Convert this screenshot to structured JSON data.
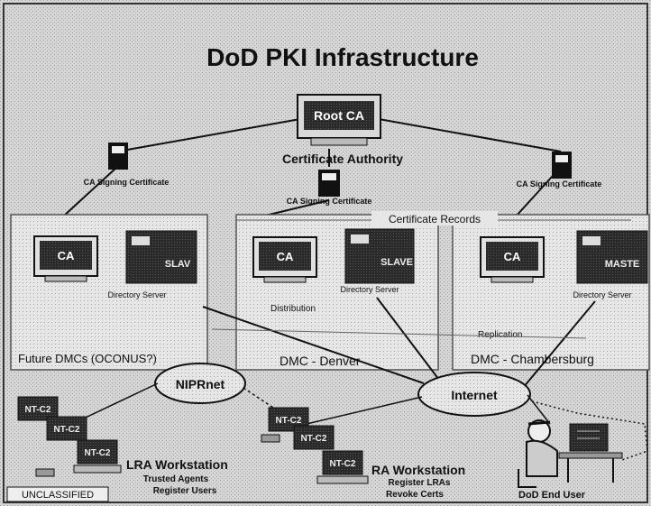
{
  "title": "DoD PKI Infrastructure",
  "root_ca": {
    "label": "Root CA",
    "caption": "Certificate Authority"
  },
  "signing_certs": {
    "left": "CA Signing Certificate",
    "center": "CA Signing Certificate",
    "right": "CA Signing Certificate"
  },
  "certificate_records": "Certificate Records",
  "dmc_boxes": {
    "left": {
      "name": "Future DMCs (OCONUS?)",
      "ca_label": "CA",
      "server_label": "SLAV",
      "server_caption": "Directory Server"
    },
    "center": {
      "name": "DMC - Denver",
      "ca_label": "CA",
      "server_label": "SLAVE",
      "server_caption": "Directory Server"
    },
    "right": {
      "name": "DMC - Chambersburg",
      "ca_label": "CA",
      "server_label": "MASTE",
      "server_caption": "Directory Server"
    }
  },
  "links": {
    "distribution": "Distribution",
    "replication": "Replication"
  },
  "networks": {
    "nipr": "NIPRnet",
    "internet": "Internet"
  },
  "lra": {
    "terminal": "NT-C2",
    "title": "LRA Workstation",
    "line1": "Trusted Agents",
    "line2": "Register Users",
    "classification": "UNCLASSIFIED"
  },
  "ra": {
    "terminal": "NT-C2",
    "title": "RA Workstation",
    "line1": "Register LRAs",
    "line2": "Revoke Certs"
  },
  "end_user": "DoD End User"
}
